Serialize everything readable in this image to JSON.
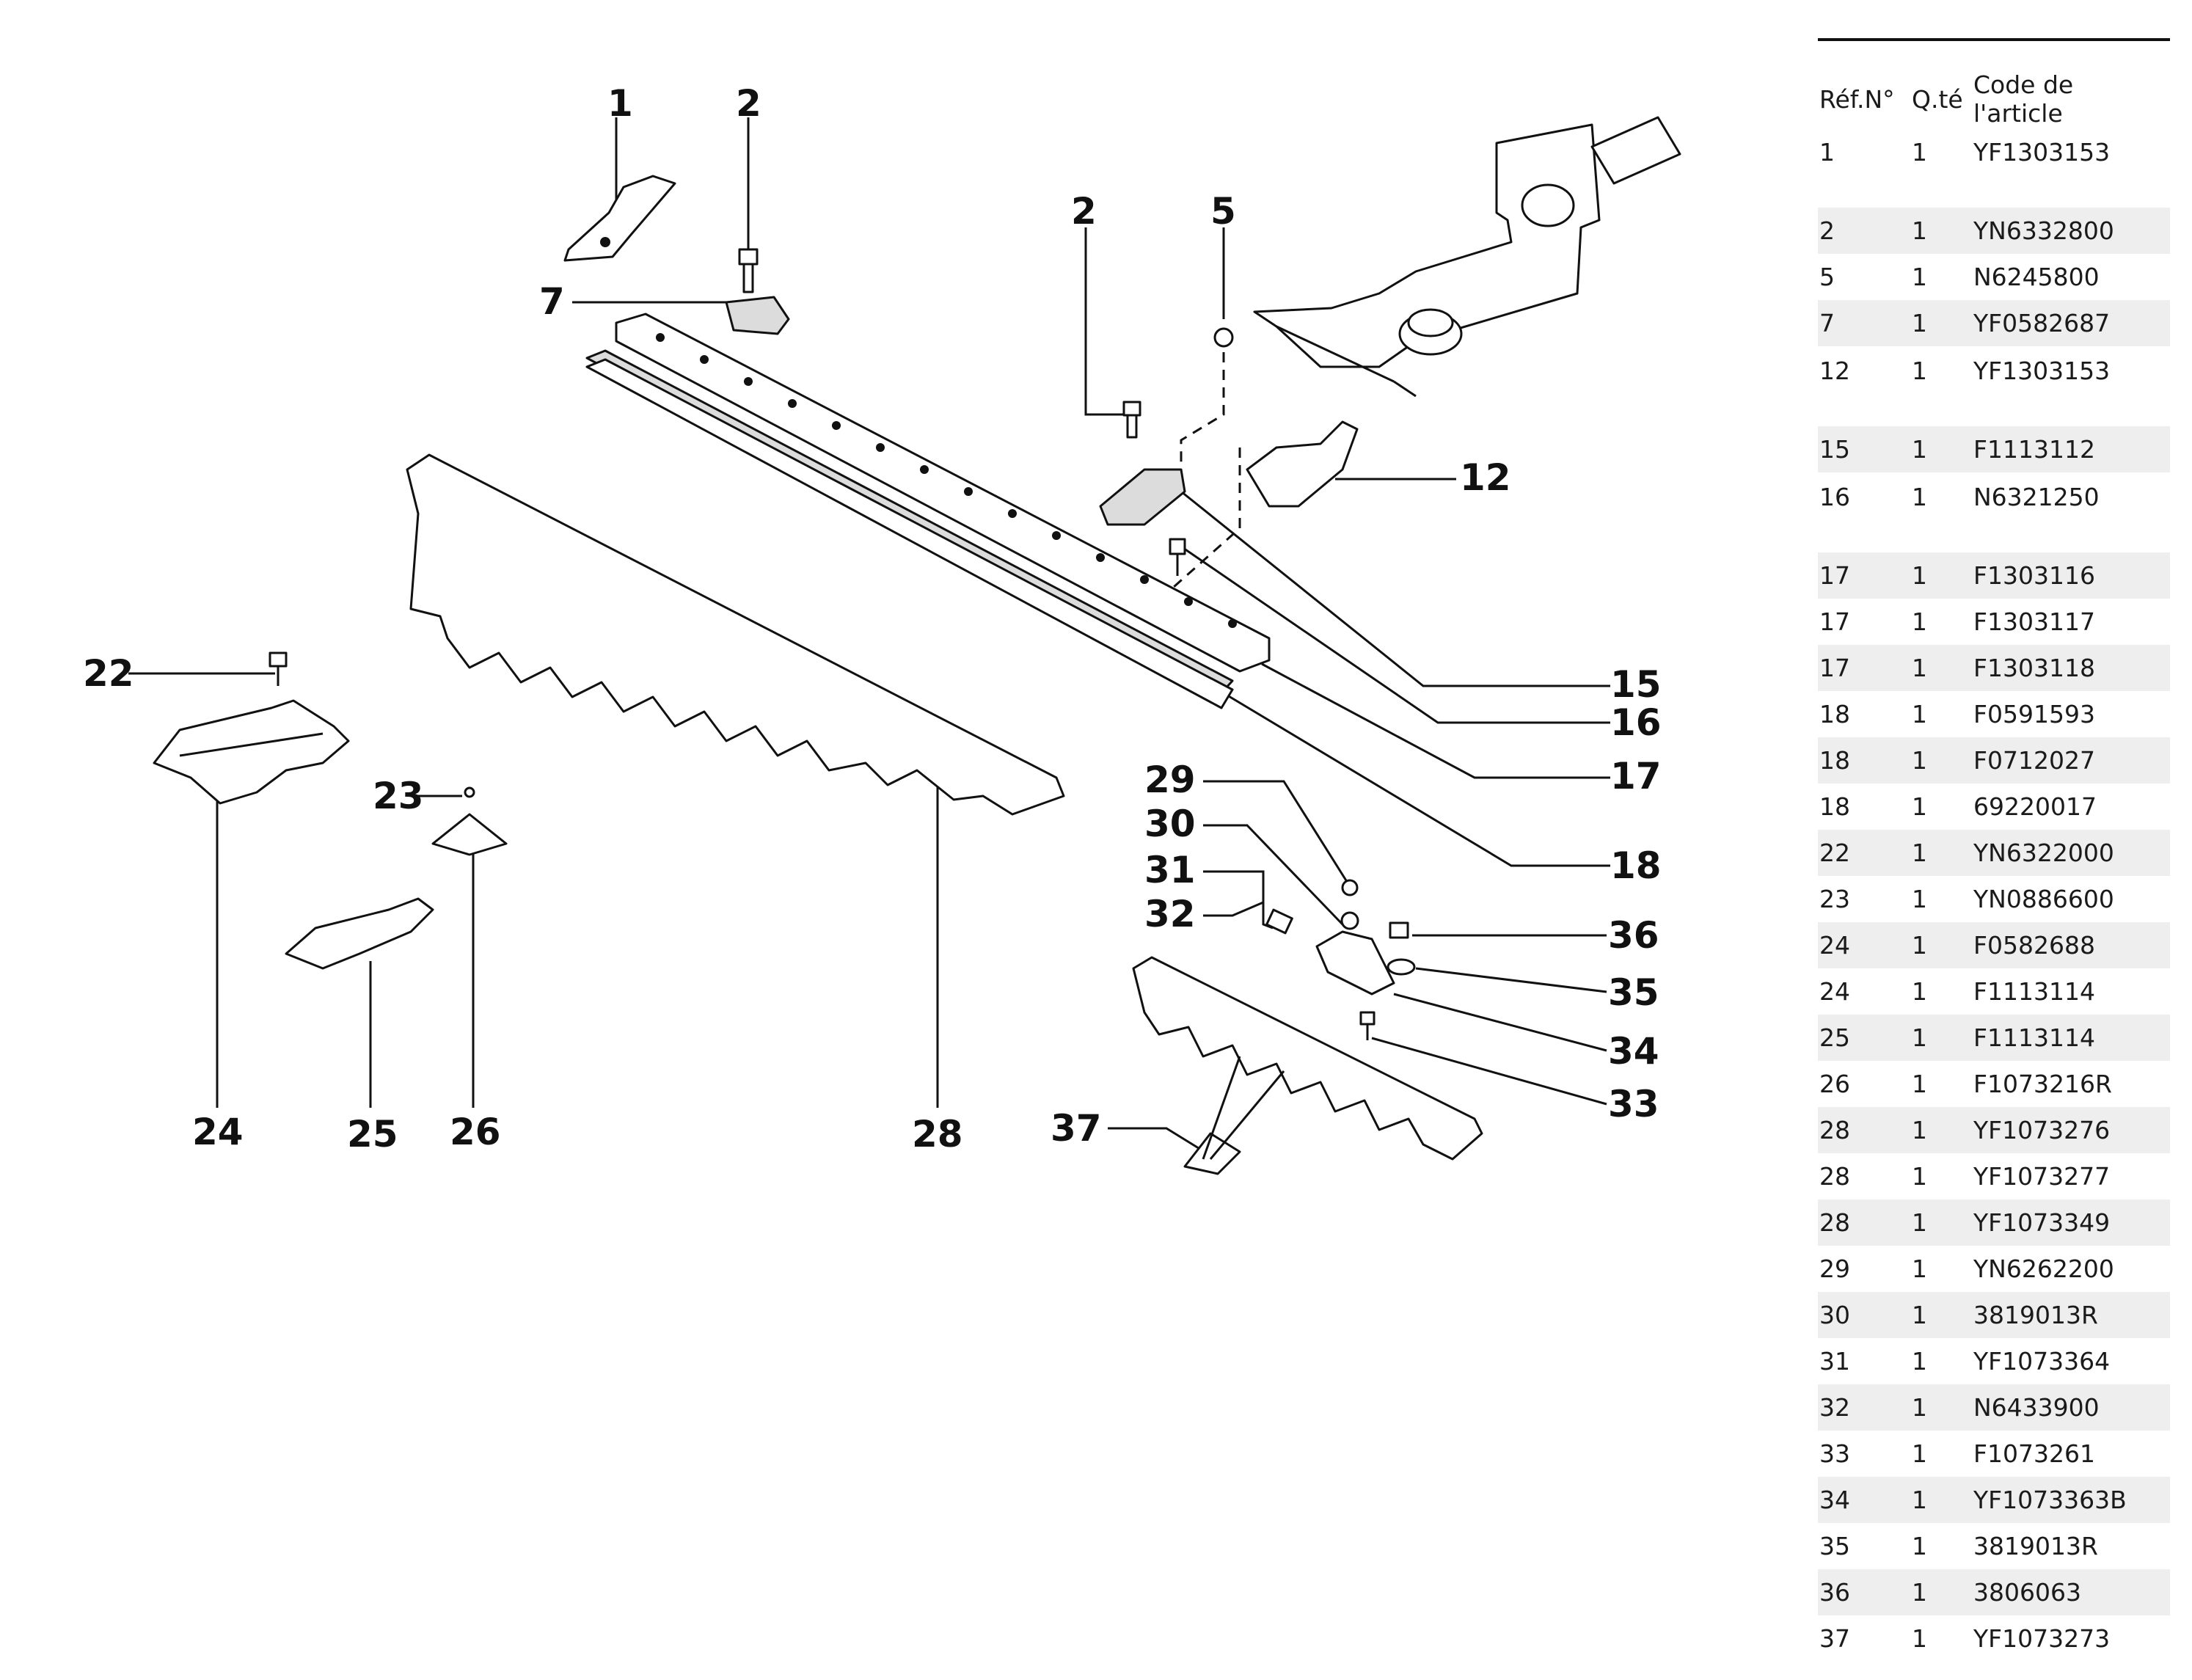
{
  "callouts": [
    {
      "n": "1"
    },
    {
      "n": "2"
    },
    {
      "n": "7"
    },
    {
      "n": "2"
    },
    {
      "n": "5"
    },
    {
      "n": "12"
    },
    {
      "n": "15"
    },
    {
      "n": "16"
    },
    {
      "n": "17"
    },
    {
      "n": "18"
    },
    {
      "n": "22"
    },
    {
      "n": "23"
    },
    {
      "n": "24"
    },
    {
      "n": "25"
    },
    {
      "n": "26"
    },
    {
      "n": "28"
    },
    {
      "n": "29"
    },
    {
      "n": "30"
    },
    {
      "n": "31"
    },
    {
      "n": "32"
    },
    {
      "n": "36"
    },
    {
      "n": "35"
    },
    {
      "n": "34"
    },
    {
      "n": "33"
    },
    {
      "n": "37"
    }
  ],
  "parts_table": {
    "headers": [
      "Réf.N°",
      "Q.té",
      "Code de l'article"
    ],
    "rows": [
      {
        "ref": "1",
        "qty": "1",
        "code": "YF1303153",
        "tall": true
      },
      {
        "ref": "2",
        "qty": "1",
        "code": "YN6332800"
      },
      {
        "ref": "5",
        "qty": "1",
        "code": "N6245800"
      },
      {
        "ref": "7",
        "qty": "1",
        "code": "YF0582687"
      },
      {
        "ref": "12",
        "qty": "1",
        "code": "YF1303153",
        "tall": true
      },
      {
        "ref": "15",
        "qty": "1",
        "code": "F1113112"
      },
      {
        "ref": "16",
        "qty": "1",
        "code": "N6321250",
        "tall": true
      },
      {
        "ref": "17",
        "qty": "1",
        "code": "F1303116"
      },
      {
        "ref": "17",
        "qty": "1",
        "code": "F1303117"
      },
      {
        "ref": "17",
        "qty": "1",
        "code": "F1303118"
      },
      {
        "ref": "18",
        "qty": "1",
        "code": "F0591593"
      },
      {
        "ref": "18",
        "qty": "1",
        "code": "F0712027"
      },
      {
        "ref": "18",
        "qty": "1",
        "code": "69220017"
      },
      {
        "ref": "22",
        "qty": "1",
        "code": "YN6322000"
      },
      {
        "ref": "23",
        "qty": "1",
        "code": "YN0886600"
      },
      {
        "ref": "24",
        "qty": "1",
        "code": "F0582688"
      },
      {
        "ref": "24",
        "qty": "1",
        "code": "F1113114"
      },
      {
        "ref": "25",
        "qty": "1",
        "code": "F1113114"
      },
      {
        "ref": "26",
        "qty": "1",
        "code": "F1073216R"
      },
      {
        "ref": "28",
        "qty": "1",
        "code": "YF1073276"
      },
      {
        "ref": "28",
        "qty": "1",
        "code": "YF1073277"
      },
      {
        "ref": "28",
        "qty": "1",
        "code": "YF1073349"
      },
      {
        "ref": "29",
        "qty": "1",
        "code": "YN6262200"
      },
      {
        "ref": "30",
        "qty": "1",
        "code": "3819013R"
      },
      {
        "ref": "31",
        "qty": "1",
        "code": "YF1073364"
      },
      {
        "ref": "32",
        "qty": "1",
        "code": "N6433900"
      },
      {
        "ref": "33",
        "qty": "1",
        "code": "F1073261"
      },
      {
        "ref": "34",
        "qty": "1",
        "code": "YF1073363B"
      },
      {
        "ref": "35",
        "qty": "1",
        "code": "3819013R"
      },
      {
        "ref": "36",
        "qty": "1",
        "code": "3806063"
      },
      {
        "ref": "37",
        "qty": "1",
        "code": "YF1073273"
      }
    ]
  }
}
